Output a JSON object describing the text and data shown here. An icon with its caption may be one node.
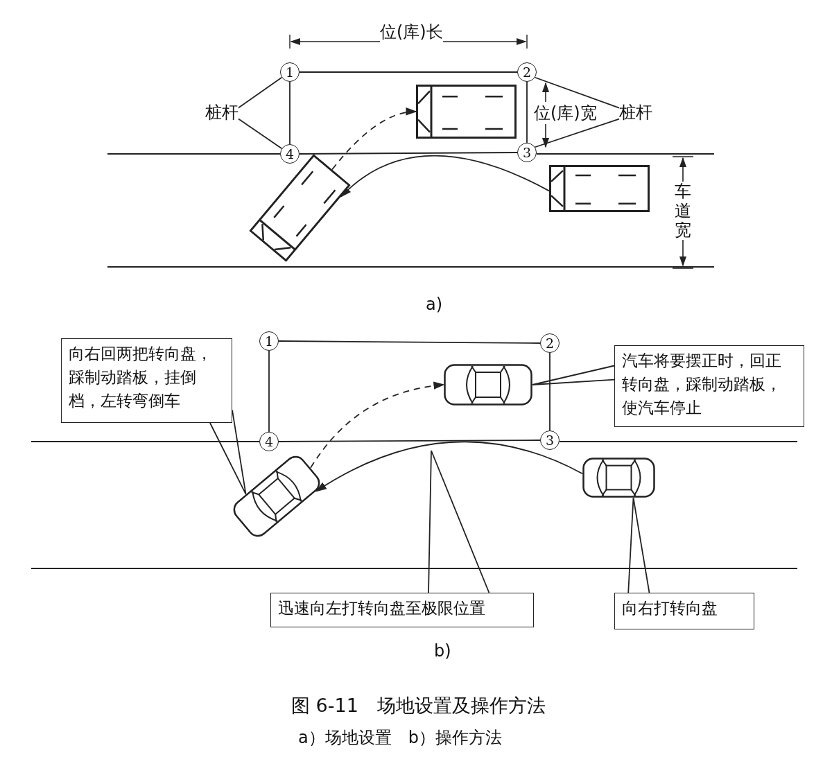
{
  "diagram": {
    "caption": "图 6-11　场地设置及操作方法",
    "nodes": [
      {
        "text": [
          "1"
        ]
      },
      {
        "text": [
          "2"
        ]
      },
      {
        "text": [
          "3"
        ]
      },
      {
        "text": [
          "4"
        ]
      },
      {
        "text": [
          "桩杆"
        ]
      },
      {
        "text": [
          "桩杆"
        ]
      },
      {
        "text": [],
        "shape": "picture"
      },
      {
        "text": [],
        "shape": "picture"
      },
      {
        "text": [],
        "shape": "picture"
      },
      {
        "text": [
          "1"
        ]
      },
      {
        "text": [
          "2"
        ]
      },
      {
        "text": [
          "3"
        ]
      },
      {
        "text": [
          "4"
        ]
      },
      {
        "text": [
          "向右回两把转向盘，踩制动踏板，挂倒档，左转弯倒车"
        ]
      },
      {
        "text": [
          "汽车将要摆正时，回正转向盘，踩制动踏板，使汽车停止"
        ]
      },
      {
        "text": [],
        "shape": "picture"
      },
      {
        "text": [],
        "shape": "picture"
      },
      {
        "text": [],
        "shape": "picture"
      },
      {
        "text": [
          "迅速向左打转向盘至极限位置"
        ]
      },
      {
        "text": [
          "向右打转向盘"
        ]
      }
    ],
    "edges": [
      {
        "from": 0,
        "to": 1,
        "arrow": "none"
      },
      {
        "from": 1,
        "to": 2,
        "arrow": "none"
      },
      {
        "from": 0,
        "to": 3,
        "arrow": "none"
      },
      {
        "from": 4,
        "to": 0,
        "arrow": "none"
      },
      {
        "from": 4,
        "to": 3,
        "arrow": "none"
      },
      {
        "from": 5,
        "to": 1,
        "arrow": "none"
      },
      {
        "from": 5,
        "to": 2,
        "arrow": "none"
      },
      {
        "from": 8,
        "to": 7,
        "arrow": "to"
      },
      {
        "from": 7,
        "to": 6,
        "arrow": "to",
        "style": "dashed"
      },
      {
        "from": 9,
        "to": 10,
        "arrow": "none"
      },
      {
        "from": 10,
        "to": 11,
        "arrow": "none"
      },
      {
        "from": 9,
        "to": 12,
        "arrow": "none"
      },
      {
        "from": 17,
        "to": 16,
        "arrow": "to"
      },
      {
        "from": 16,
        "to": 15,
        "arrow": "to",
        "style": "dashed"
      },
      {
        "from": 13,
        "to": 16,
        "arrow": "none"
      },
      {
        "from": 14,
        "to": 15,
        "arrow": "none"
      },
      {
        "from": 18,
        "to": null,
        "arrow": "none"
      },
      {
        "from": 19,
        "to": 17,
        "arrow": "none"
      },
      {
        "from": 3,
        "to": 2,
        "arrow": "none"
      },
      {
        "from": 12,
        "to": 11,
        "arrow": "none"
      }
    ],
    "labels": [
      "位(库)长",
      "位(库)宽",
      "车道宽",
      "a)",
      "b)",
      "a）场地设置　b）操作方法"
    ]
  }
}
